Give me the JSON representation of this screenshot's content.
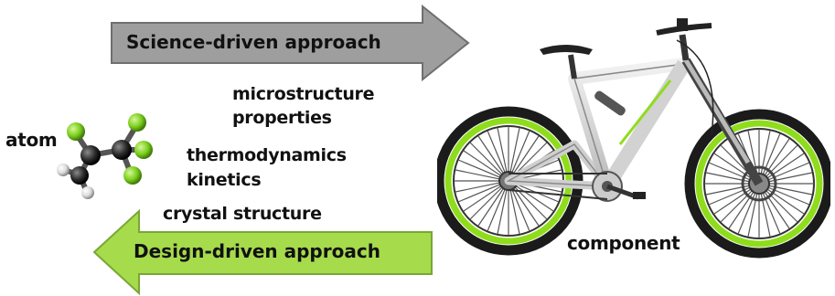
{
  "arrows": {
    "science": {
      "label": "Science-driven approach",
      "color": "#9e9e9e",
      "stroke": "#6f6f6f"
    },
    "design": {
      "label": "Design-driven approach",
      "color": "#a6db4c",
      "stroke": "#7aa636"
    }
  },
  "labels": {
    "atom": "atom",
    "component": "component",
    "scales": [
      "microstructure",
      "properties",
      "thermodynamics",
      "kinetics",
      "crystal structure"
    ]
  },
  "icons": {
    "molecule": "molecule-icon",
    "bicycle": "mountain-bike-icon"
  },
  "colors": {
    "tire_green": "#8fdc1c",
    "frame": "#d8d8d8",
    "atom_green": "#7ccf1e",
    "atom_black": "#222222",
    "atom_white": "#e8e8e8"
  }
}
